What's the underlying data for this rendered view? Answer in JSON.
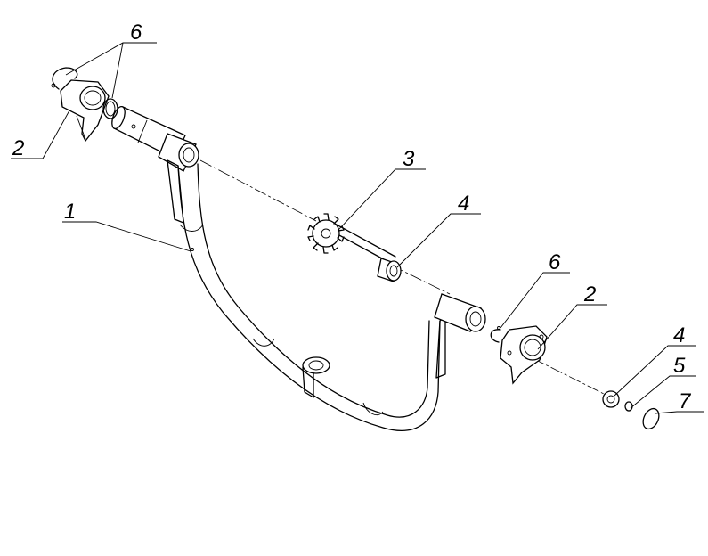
{
  "callouts": {
    "c1": "1",
    "c2a": "2",
    "c2b": "2",
    "c3": "3",
    "c4a": "4",
    "c4b": "4",
    "c5": "5",
    "c6a": "6",
    "c6b": "6",
    "c7": "7"
  }
}
